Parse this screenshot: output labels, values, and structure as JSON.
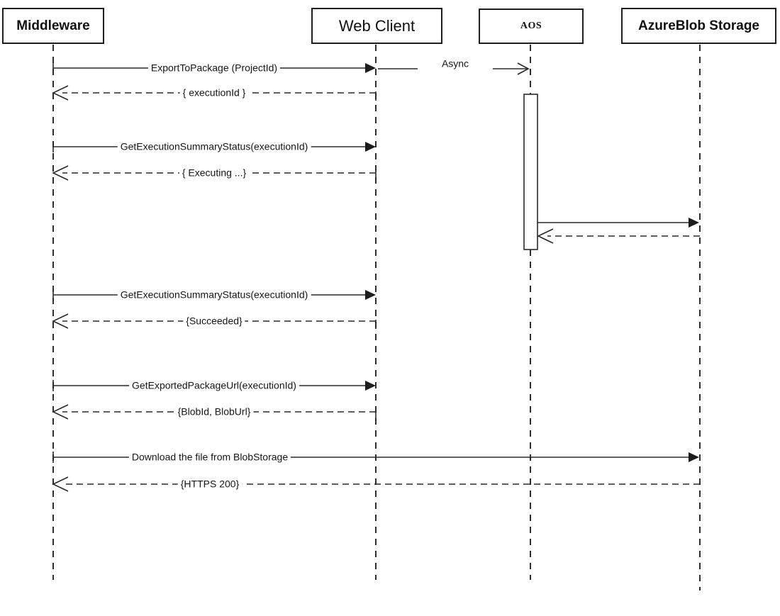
{
  "diagram_type": "uml-sequence-diagram",
  "colors": {
    "background": "#ffffff",
    "line": "#2a2a2a",
    "text": "#151515"
  },
  "actors": [
    {
      "id": "middleware",
      "label": "Middleware"
    },
    {
      "id": "web-client",
      "label": "Web Client"
    },
    {
      "id": "aos",
      "label": "AOS"
    },
    {
      "id": "azureblob-storage",
      "label": "AzureBlob Storage"
    }
  ],
  "messages": [
    {
      "id": "export-to-package",
      "label": "ExportToPackage (ProjectId)",
      "from": "Middleware",
      "to": "Web Client",
      "type": "call"
    },
    {
      "id": "async",
      "label": "Async",
      "from": "Web Client",
      "to": "AOS",
      "type": "async-call"
    },
    {
      "id": "execution-id",
      "label": "{ executionId }",
      "from": "Web Client",
      "to": "Middleware",
      "type": "return"
    },
    {
      "id": "get-execution-summary-status-1",
      "label": "GetExecutionSummaryStatus(executionId)",
      "from": "Middleware",
      "to": "Web Client",
      "type": "call"
    },
    {
      "id": "executing",
      "label": "{ Executing ...}",
      "from": "Web Client",
      "to": "Middleware",
      "type": "return"
    },
    {
      "id": "aos-to-blob",
      "label": "",
      "from": "AOS",
      "to": "AzureBlob Storage",
      "type": "call"
    },
    {
      "id": "blob-to-aos",
      "label": "",
      "from": "AzureBlob Storage",
      "to": "AOS",
      "type": "return"
    },
    {
      "id": "get-execution-summary-status-2",
      "label": "GetExecutionSummaryStatus(executionId)",
      "from": "Middleware",
      "to": "Web Client",
      "type": "call"
    },
    {
      "id": "succeeded",
      "label": "{Succeeded}",
      "from": "Web Client",
      "to": "Middleware",
      "type": "return"
    },
    {
      "id": "get-exported-package-url",
      "label": "GetExportedPackageUrl(executionId)",
      "from": "Middleware",
      "to": "Web Client",
      "type": "call"
    },
    {
      "id": "blobid-bloburl",
      "label": "{BlobId, BlobUrl}",
      "from": "Web Client",
      "to": "Middleware",
      "type": "return"
    },
    {
      "id": "download-file",
      "label": "Download the file from BlobStorage",
      "from": "Middleware",
      "to": "AzureBlob Storage",
      "type": "call"
    },
    {
      "id": "https-200",
      "label": "{HTTPS 200}",
      "from": "AzureBlob Storage",
      "to": "Middleware",
      "type": "return"
    }
  ]
}
